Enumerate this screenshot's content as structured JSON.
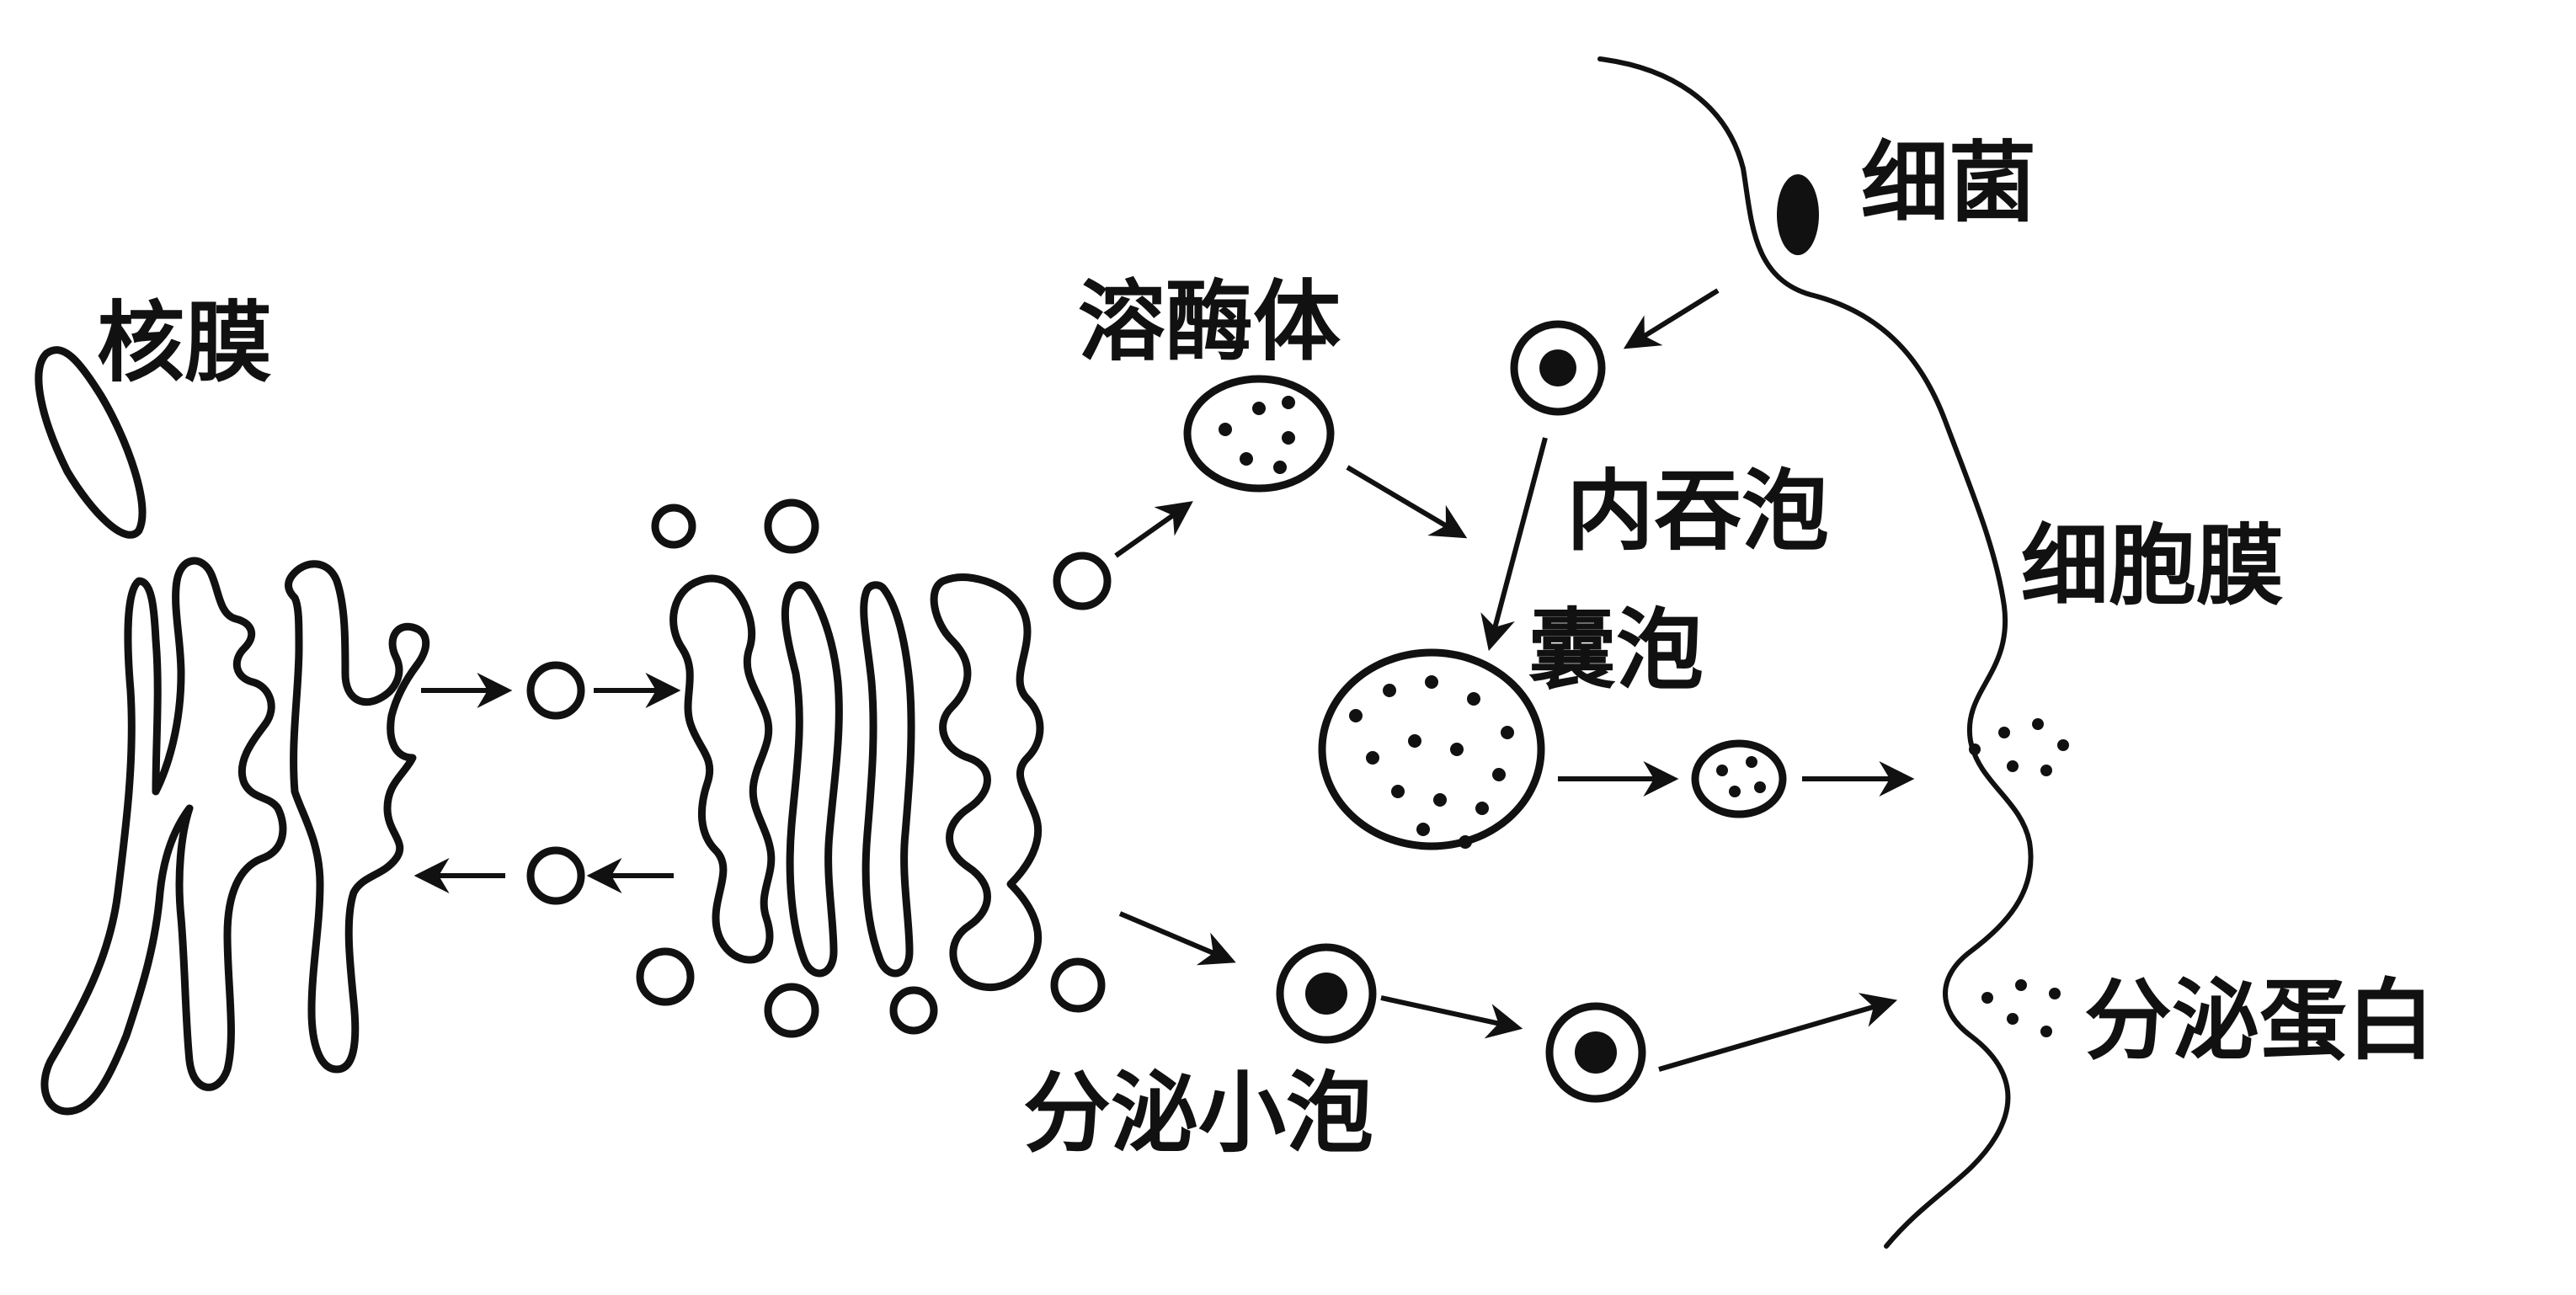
{
  "labels": {
    "nuclear_membrane": "核膜",
    "lysosome": "溶酶体",
    "bacteria": "细菌",
    "endocytic_vesicle": "内吞泡",
    "cell_membrane": "细胞膜",
    "vacuole": "囊泡",
    "secretory_vesicle": "分泌小泡",
    "secretory_protein": "分泌蛋白"
  },
  "colors": {
    "ink": "#111111",
    "background": "#ffffff"
  }
}
